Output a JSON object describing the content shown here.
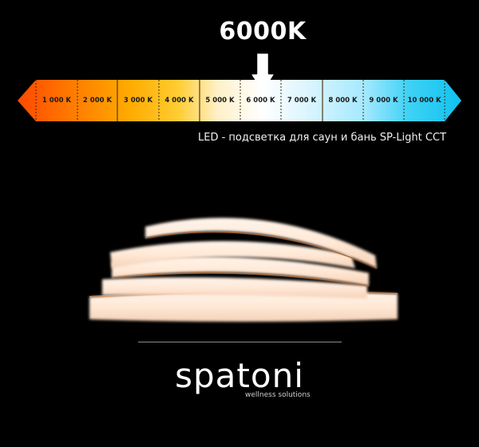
{
  "headline": {
    "value": "6000K"
  },
  "scale": {
    "segments": [
      {
        "label": "1 000 K",
        "color": "#ff5a00"
      },
      {
        "label": "2 000 K",
        "color": "#ff8c00"
      },
      {
        "label": "3 000 K",
        "color": "#ffb400"
      },
      {
        "label": "4 000 K",
        "color": "#ffd23c"
      },
      {
        "label": "5 000 K",
        "color": "#fff0c0"
      },
      {
        "label": "6 000 K",
        "color": "#ffffff"
      },
      {
        "label": "7 000 K",
        "color": "#dff6ff"
      },
      {
        "label": "8 000 K",
        "color": "#b4ecff"
      },
      {
        "label": "9 000 K",
        "color": "#6fdcff"
      },
      {
        "label": "10 000 K",
        "color": "#19c8f0"
      }
    ],
    "selected": "6 000 K"
  },
  "caption": {
    "text": "LED - подсветка для саун и бань SP-Light CCT"
  },
  "brand": {
    "name": "spatoni",
    "tagline": "wellness solutions"
  },
  "colors": {
    "background": "#000000",
    "warm_end": "#ff4c00",
    "cool_end": "#12c4ee"
  }
}
